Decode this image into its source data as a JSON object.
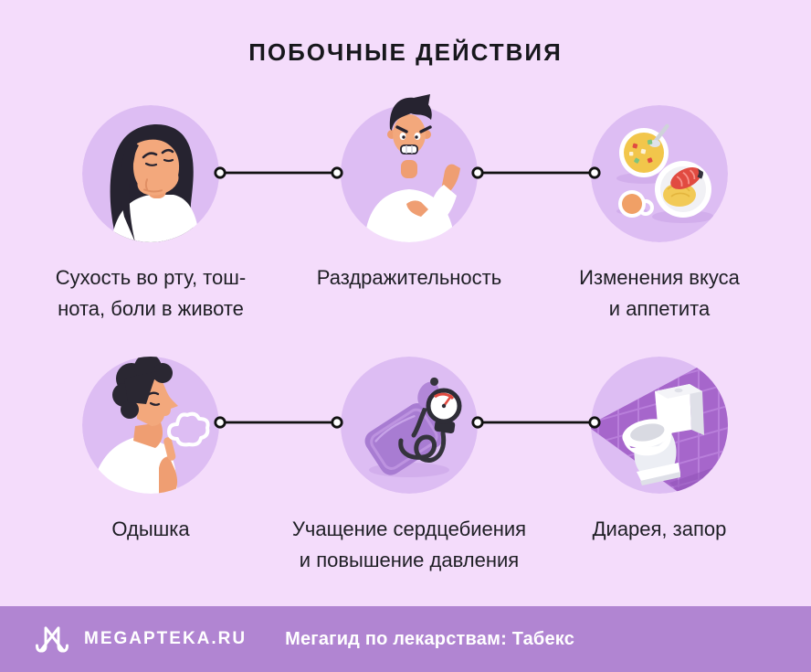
{
  "title": "ПОБОЧНЫЕ ДЕЙСТВИЯ",
  "items": [
    {
      "icon": "woman-covering-mouth-icon",
      "label_lines": [
        "Сухость во рту, тош-",
        "нота, боли в животе"
      ]
    },
    {
      "icon": "irritated-man-icon",
      "label_lines": [
        "Раздражительность"
      ]
    },
    {
      "icon": "food-meal-icon",
      "label_lines": [
        "Изменения вкуса",
        "и аппетита"
      ]
    },
    {
      "icon": "person-exhaling-icon",
      "label_lines": [
        "Одышка"
      ]
    },
    {
      "icon": "blood-pressure-monitor-icon",
      "label_lines": [
        "Учащение сердцебиения",
        "и повышение давления"
      ]
    },
    {
      "icon": "toilet-icon",
      "label_lines": [
        "Диарея, запор"
      ]
    }
  ],
  "footer": {
    "brand": "MEGAPTEKA.RU",
    "tagline": "Мегагид по лекарствам: Табекс",
    "logo": "megapteka-m-logo"
  },
  "colors": {
    "background": "#f4dcfb",
    "circle": "#ddbdf3",
    "footer_bar": "#b185d2",
    "text": "#1e1e24",
    "accent_red": "#e14b41",
    "illustration_purple": "#a87cd2"
  }
}
